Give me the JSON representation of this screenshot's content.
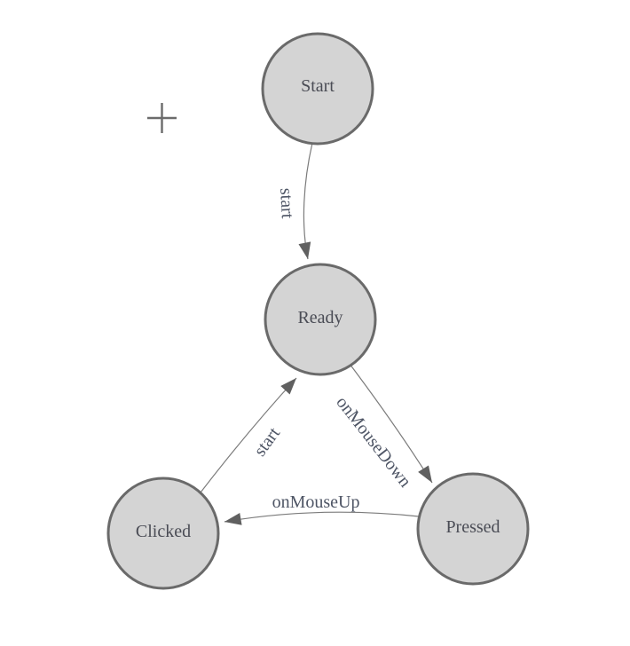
{
  "diagram": {
    "type": "state-machine",
    "nodes": [
      {
        "id": "start",
        "label": "Start"
      },
      {
        "id": "ready",
        "label": "Ready"
      },
      {
        "id": "pressed",
        "label": "Pressed"
      },
      {
        "id": "clicked",
        "label": "Clicked"
      }
    ],
    "edges": [
      {
        "from": "start",
        "to": "ready",
        "label": "start"
      },
      {
        "from": "ready",
        "to": "pressed",
        "label": "onMouseDown"
      },
      {
        "from": "pressed",
        "to": "clicked",
        "label": "onMouseUp"
      },
      {
        "from": "clicked",
        "to": "ready",
        "label": "start"
      }
    ],
    "cursor": {
      "icon": "plus-crosshair-icon"
    }
  },
  "theme": {
    "canvas_bg": "#ffffff",
    "node_fill": "#d4d4d4",
    "node_stroke": "#6a6a6a",
    "node_text": "#4a4c55",
    "edge_stroke": "#7b7b7b",
    "edge_text": "#4e5565",
    "arrow_fill": "#606060",
    "cursor_color": "#6b6b6b"
  }
}
